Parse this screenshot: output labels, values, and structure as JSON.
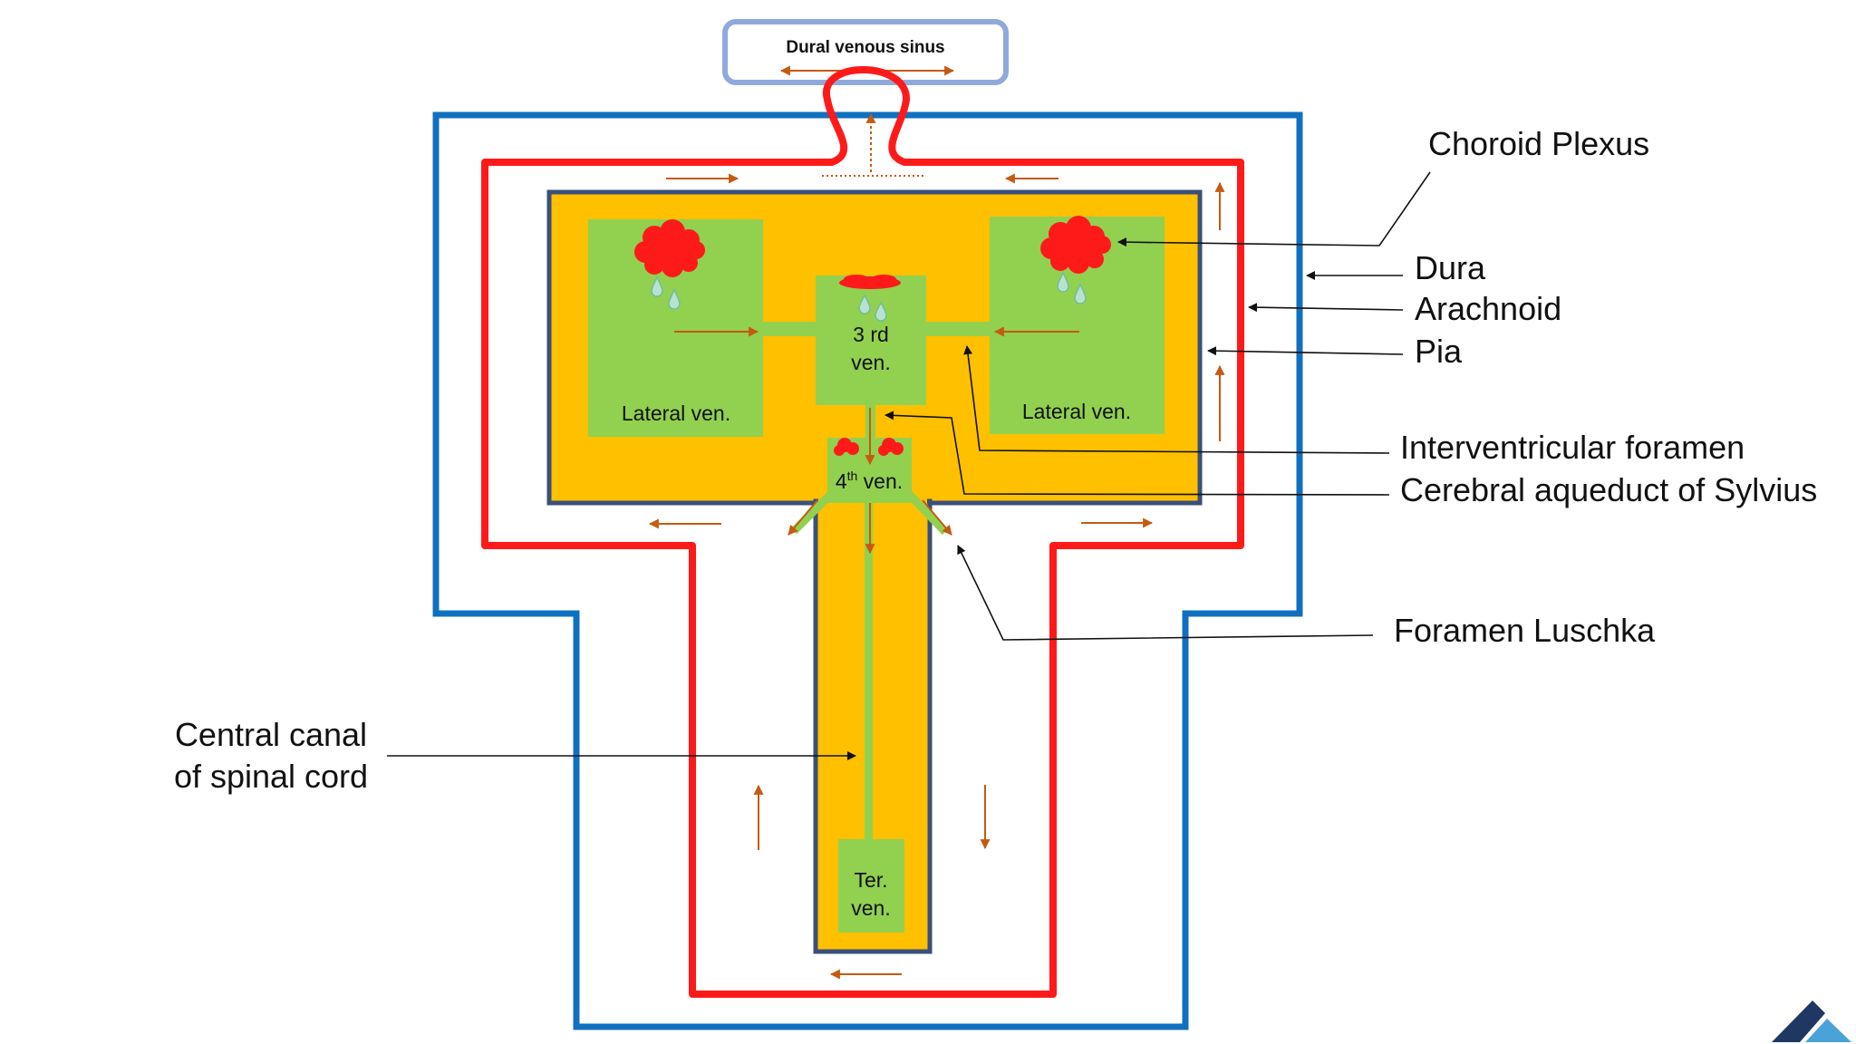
{
  "title": "",
  "colors": {
    "dura": "#1070c0",
    "arachnoid": "#ff1a1a",
    "pia": "#3a4f7a",
    "brain_tissue": "#ffc000",
    "ventricle": "#92d050",
    "choroid": "#ff1a1a",
    "flow_arrow": "#c55a11",
    "sinus_border": "#8fa9dc",
    "logo": "#1f3763"
  },
  "labels": {
    "dural_venous_sinus": "Dural venous sinus",
    "choroid_plexus": "Choroid Plexus",
    "dura": "Dura",
    "arachnoid": "Arachnoid",
    "pia": "Pia",
    "interventricular_foramen": "Interventricular foramen",
    "cerebral_aqueduct": "Cerebral aqueduct of Sylvius",
    "foramen_luschka": "Foramen Luschka",
    "central_canal_line1": "Central canal",
    "central_canal_line2": "of spinal cord"
  },
  "ventricles": {
    "lateral_left": "Lateral ven.",
    "lateral_right": "Lateral ven.",
    "third_line1": "3 rd",
    "third_line2": "ven.",
    "fourth_base": "4",
    "fourth_sup": "th",
    "fourth_suffix": " ven.",
    "terminal_line1": "Ter.",
    "terminal_line2": "ven."
  },
  "logo_icon": "mountain-logo-icon"
}
